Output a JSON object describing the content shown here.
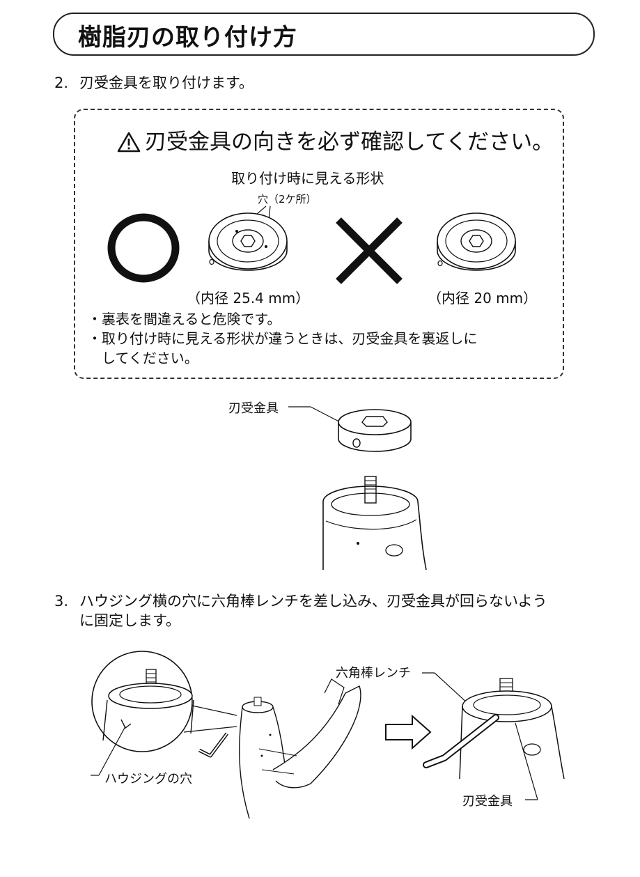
{
  "title": "樹脂刃の取り付け方",
  "step2": {
    "number": "2.",
    "text": "刃受金具を取り付けます。"
  },
  "caution": {
    "heading": "刃受金具の向きを必ず確認してください。",
    "shape_label": "取り付け時に見える形状",
    "hole_label": "穴（2ケ所）",
    "ok_caption": "（内径 25.4 mm）",
    "ng_caption": "（内径 20 mm）",
    "notes": [
      "・裏表を間違えると危険です。",
      "・取り付け時に見える形状が違うときは、刃受金具を裏返しに",
      "　してください。"
    ]
  },
  "step2_fig": {
    "part_label": "刃受金具"
  },
  "step3": {
    "number": "3.",
    "line1": "ハウジング横の穴に六角棒レンチを差し込み、刃受金具が回らないよう",
    "line2": "に固定します。"
  },
  "step3_fig": {
    "housing_hole_label": "ハウジングの穴",
    "wrench_label": "六角棒レンチ",
    "part_label": "刃受金具"
  }
}
